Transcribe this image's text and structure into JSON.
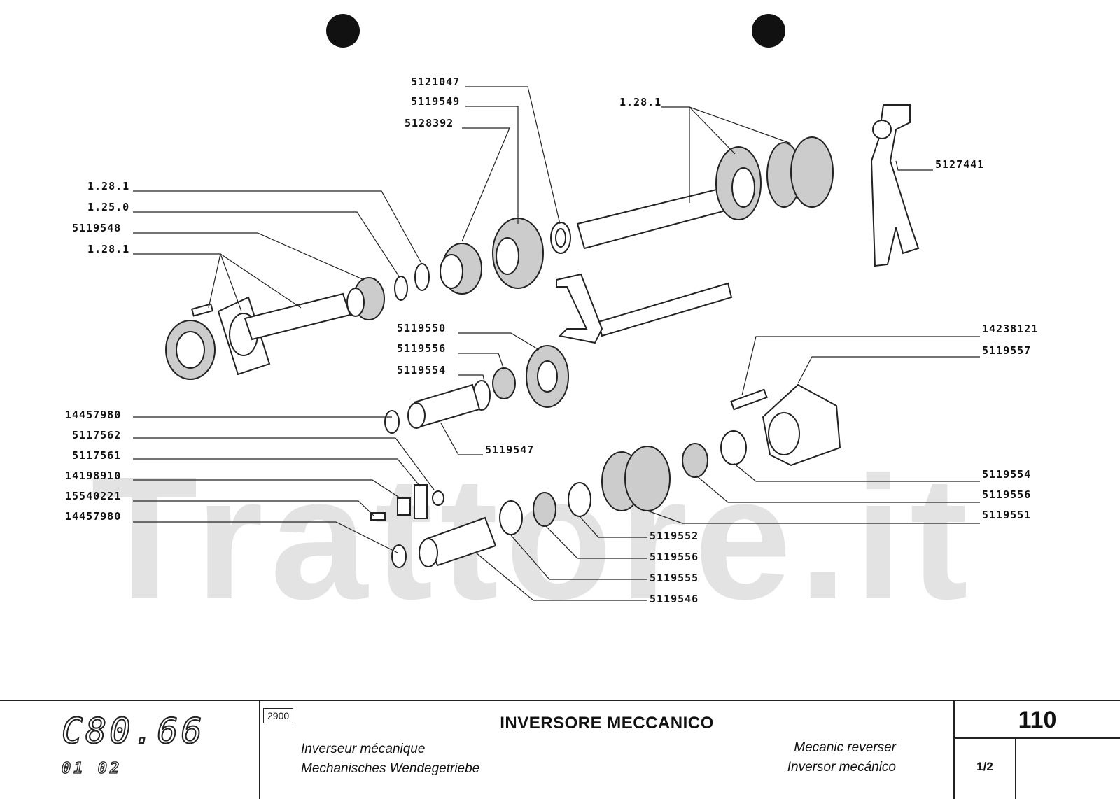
{
  "watermark": "Trattore.it",
  "labels": {
    "l1": "5121047",
    "l2": "5119549",
    "l3": "5128392",
    "l4": "1.28.1",
    "l5": "1.28.1",
    "l6": "1.25.0",
    "l7": "5119548",
    "l8": "1.28.1",
    "l9": "5127441",
    "l10": "5119550",
    "l11": "5119556",
    "l12": "5119554",
    "l13": "14238121",
    "l14": "5119557",
    "l15": "14457980",
    "l16": "5117562",
    "l17": "5117561",
    "l18": "14198910",
    "l19": "15540221",
    "l20": "14457980",
    "l21": "5119547",
    "l22": "5119554",
    "l23": "5119556",
    "l24": "5119551",
    "l25": "5119552",
    "l26": "5119556",
    "l27": "5119555",
    "l28": "5119546"
  },
  "footer": {
    "model": "C80.66",
    "model_sub": "01 02",
    "group_code": "2900",
    "title_it": "INVERSORE MECCANICO",
    "title_fr": "Inverseur mécanique",
    "title_de": "Mechanisches Wendegetriebe",
    "title_en": "Mecanic reverser",
    "title_es": "Inversor mecánico",
    "page_number": "110",
    "sheet": "1/2"
  }
}
